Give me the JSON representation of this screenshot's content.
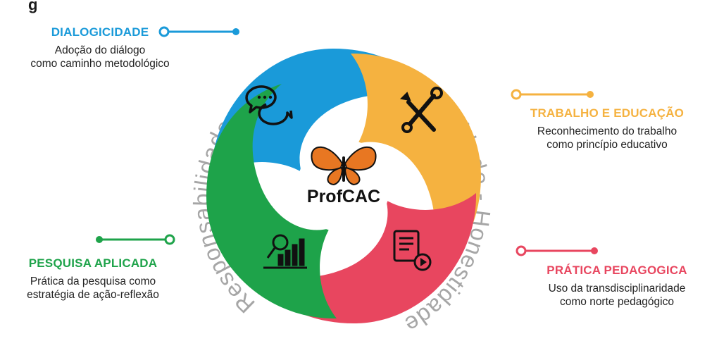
{
  "header": {
    "title": "g"
  },
  "colors": {
    "blue": "#1a9ad9",
    "orange": "#f5b240",
    "pink": "#e8465f",
    "green": "#1ea34a",
    "ring_text": "#a6a6a6"
  },
  "ring_text": "Responsabilidade - Solidariedade - Afetividade - Honestidade - Assertividade - Respeito -",
  "center": {
    "logo": "ProfCAC",
    "logo_icon": "butterfly-icon"
  },
  "sections": {
    "dialogicidade": {
      "title": "DIALOGICIDADE",
      "line1": "Adoção do diálogo",
      "line2": "como caminho metodológico",
      "icon": "speech-bubbles-icon"
    },
    "trabalho": {
      "title": "TRABALHO E EDUCAÇÃO",
      "line1": "Reconhecimento do trabalho",
      "line2": "como princípio educativo",
      "icon": "tools-icon"
    },
    "pesquisa": {
      "title": "PESQUISA APLICADA",
      "line1": "Prática da pesquisa como",
      "line2": "estratégia de ação-reflexão",
      "icon": "bar-chart-magnifier-icon"
    },
    "pratica": {
      "title": "PRÁTICA PEDAGOGICA",
      "line1": "Uso da transdisciplinaridade",
      "line2": "como norte pedagógico",
      "icon": "document-video-icon"
    }
  }
}
